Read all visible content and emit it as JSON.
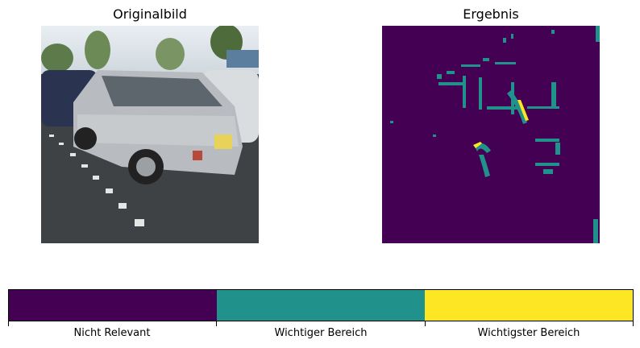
{
  "panels": {
    "left_title": "Originalbild",
    "right_title": "Ergebnis"
  },
  "colorbar": {
    "labels": [
      "Nicht Relevant",
      "Wichtiger Bereich",
      "Wichtigster Bereich"
    ],
    "colors": [
      "#440154",
      "#21918c",
      "#fde725"
    ]
  },
  "chart_data": {
    "type": "heatmap",
    "categories": [
      "Nicht Relevant",
      "Wichtiger Bereich",
      "Wichtigster Bereich"
    ],
    "values": [
      0,
      1,
      2
    ],
    "colormap": "viridis",
    "titles": [
      "Originalbild",
      "Ergebnis"
    ]
  }
}
